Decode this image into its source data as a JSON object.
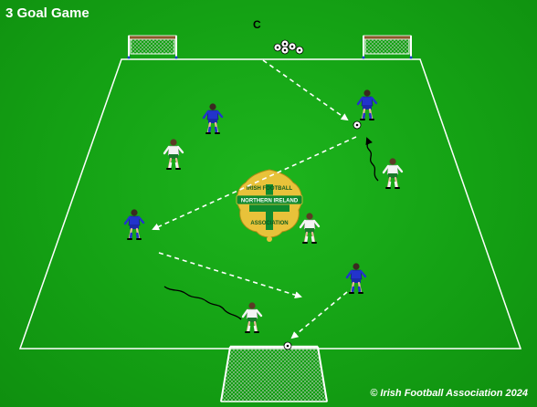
{
  "title": "3 Goal Game",
  "coach_label": "C",
  "copyright": "© Irish Football Association 2024",
  "crest": {
    "top_text": "IRISH FOOTBALL",
    "banner_text": "NORTHERN IRELAND",
    "bottom_text": "ASSOCIATION"
  },
  "colors": {
    "pitch": "#14a114",
    "lines": "#ffffff",
    "team_blue": "#2233cc",
    "team_white": "#f2f2f2",
    "crest_gold": "#e8c23a",
    "crest_green": "#0f8a2e"
  }
}
